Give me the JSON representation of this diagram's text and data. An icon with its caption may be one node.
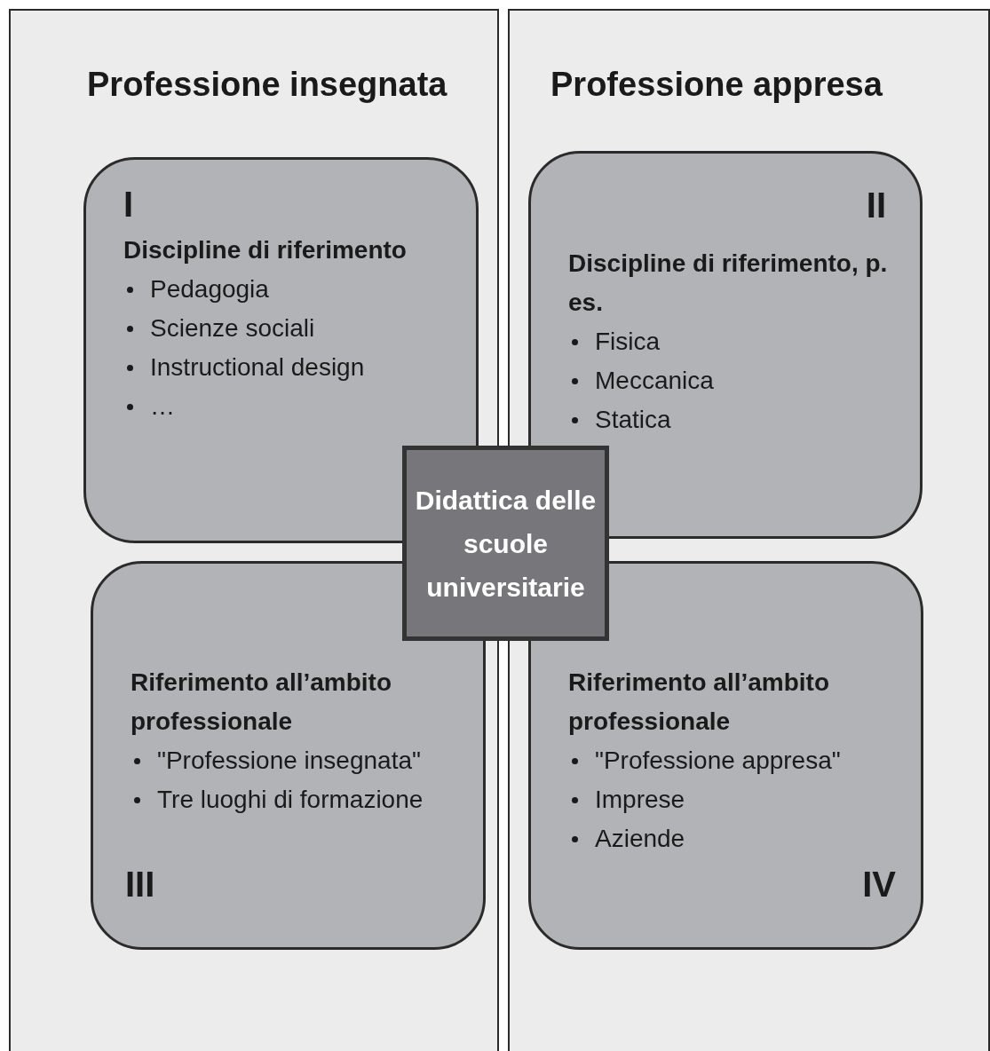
{
  "diagram": {
    "nodes": [
      {
        "text": [
          "Professione insegnata"
        ]
      },
      {
        "text": [
          "I",
          "Discipline di riferimento",
          "Pedagogia",
          "Scienze sociali",
          "Instructional design",
          "…"
        ],
        "in": 0
      },
      {
        "text": [
          "Riferimento all’ambito professionale",
          "\"Professione insegnata\"",
          "Tre luoghi di formazione",
          "III"
        ],
        "in": 0
      },
      {
        "text": [
          "Professione appresa"
        ]
      },
      {
        "text": [
          "II",
          "Discipline di riferimento, p. es.",
          "Fisica",
          "Meccanica",
          "Statica"
        ],
        "in": 3
      },
      {
        "text": [
          "Riferimento all’ambito professionale",
          "\"Professione appresa\"",
          "Imprese",
          "Aziende",
          "IV"
        ],
        "in": 3
      },
      {
        "text": [
          "Didattica delle scuole universitarie"
        ]
      }
    ],
    "edges": []
  }
}
